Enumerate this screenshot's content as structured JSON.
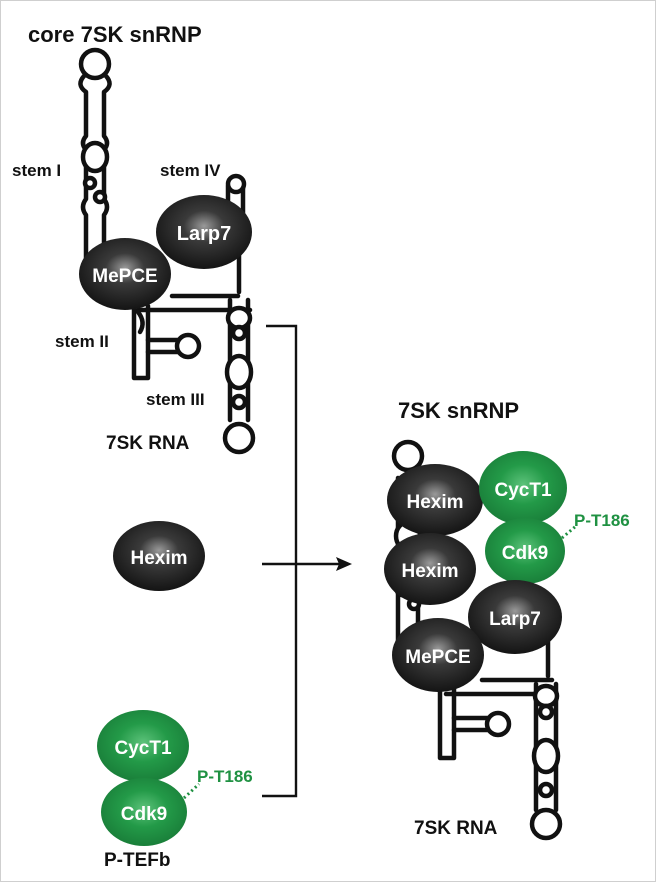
{
  "colors": {
    "black_protein": "#1a1a1a",
    "green_protein": "#1f9142",
    "green_text": "#1f9142",
    "rna": "#111111"
  },
  "left": {
    "title": "core 7SK snRNP",
    "stem_labels": [
      "stem I",
      "stem IV",
      "stem II",
      "stem III"
    ],
    "rna_label": "7SK RNA",
    "proteins": {
      "larp7": "Larp7",
      "mepce": "MePCE",
      "hexim": "Hexim"
    },
    "ptefb": {
      "cyct1": "CycT1",
      "cdk9": "Cdk9",
      "phospho": "P-T186",
      "label": "P-TEFb"
    }
  },
  "right": {
    "title": "7SK snRNP",
    "proteins": {
      "hexim_top": "Hexim",
      "hexim_bottom": "Hexim",
      "cyct1": "CycT1",
      "cdk9": "Cdk9",
      "larp7": "Larp7",
      "mepce": "MePCE"
    },
    "phospho": "P-T186",
    "rna_label": "7SK RNA"
  }
}
